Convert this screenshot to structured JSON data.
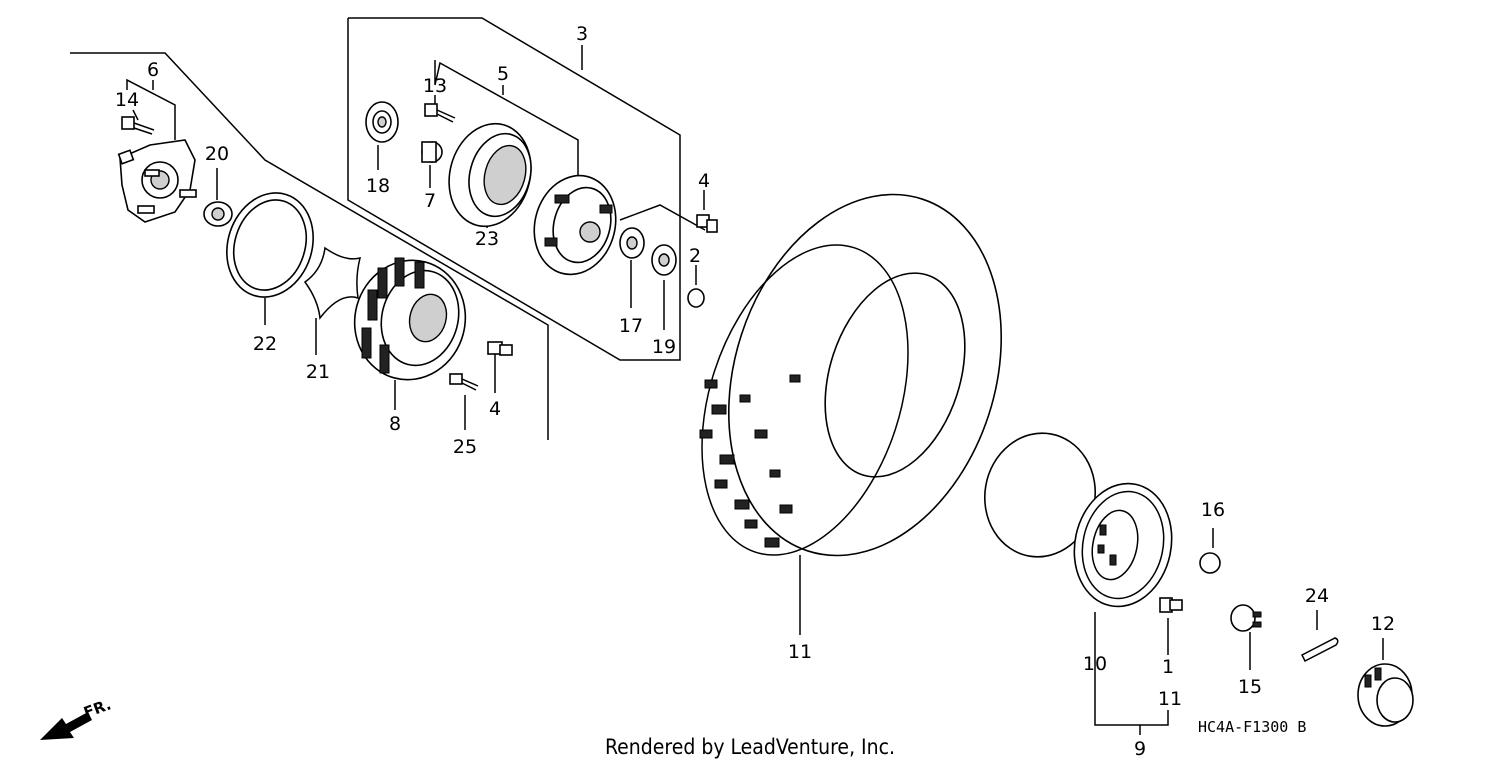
{
  "diagram": {
    "callouts": {
      "c1": "1",
      "c2": "2",
      "c3": "3",
      "c4a": "4",
      "c4b": "4",
      "c5": "5",
      "c6": "6",
      "c7": "7",
      "c8": "8",
      "c9": "9",
      "c10": "10",
      "c11a": "11",
      "c11b": "11",
      "c12": "12",
      "c13": "13",
      "c14": "14",
      "c15": "15",
      "c16": "16",
      "c17": "17",
      "c18": "18",
      "c19": "19",
      "c20": "20",
      "c21": "21",
      "c22": "22",
      "c23": "23",
      "c24": "24",
      "c25": "25"
    },
    "diagram_code": "HC4A-F1300 B",
    "direction_label": "FR.",
    "credit": "Rendered by LeadVenture, Inc."
  }
}
